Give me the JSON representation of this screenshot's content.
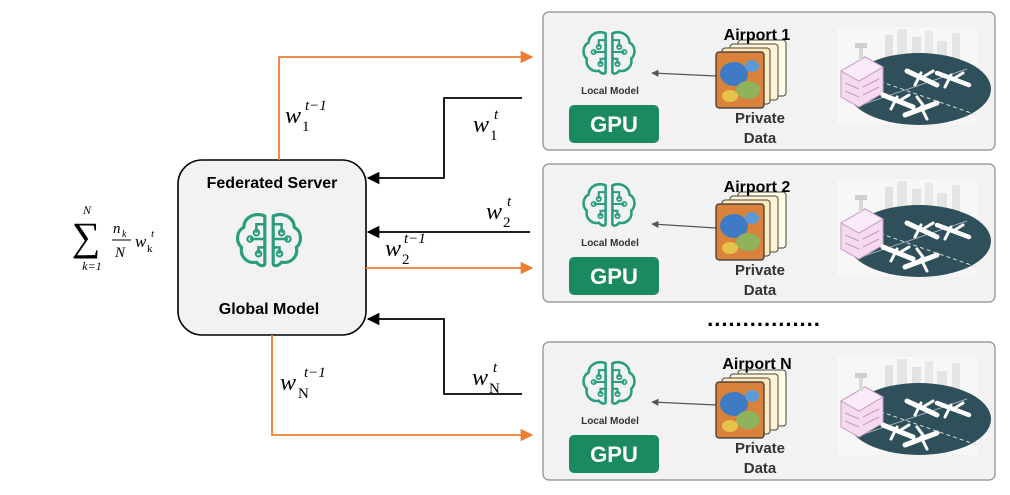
{
  "server": {
    "title": "Federated Server",
    "subtitle": "Global Model",
    "icon": "brain-circuit-icon"
  },
  "aggregation": {
    "sum_upper": "N",
    "sum_lower": "k=1",
    "frac_num": "n",
    "frac_num_sub": "k",
    "frac_den": "N",
    "weight": "w",
    "weight_sub": "k",
    "weight_sup": "t"
  },
  "signals": {
    "down_1": {
      "var": "w",
      "sub": "1",
      "sup": "t−1"
    },
    "up_1": {
      "var": "w",
      "sub": "1",
      "sup": "t"
    },
    "up_2": {
      "var": "w",
      "sub": "2",
      "sup": "t"
    },
    "down_2": {
      "var": "w",
      "sub": "2",
      "sup": "t−1"
    },
    "down_N": {
      "var": "w",
      "sub": "N",
      "sup": "t−1"
    },
    "up_N": {
      "var": "w",
      "sub": "N",
      "sup": "t"
    }
  },
  "clients": [
    {
      "title": "Airport 1",
      "local_model": "Local Model",
      "gpu": "GPU",
      "data_line1": "Private",
      "data_line2": "Data"
    },
    {
      "title": "Airport 2",
      "local_model": "Local Model",
      "gpu": "GPU",
      "data_line1": "Private",
      "data_line2": "Data"
    },
    {
      "title": "Airport N",
      "local_model": "Local Model",
      "gpu": "GPU",
      "data_line1": "Private",
      "data_line2": "Data"
    }
  ],
  "ellipsis": "................",
  "colors": {
    "orange": "#ed7d31",
    "black": "#000000",
    "gpu_green": "#1b8a5f",
    "brain_teal": "#2a9d7f",
    "panel_border": "#8a8a8a",
    "panel_fill": "#f2f2f2",
    "server_fill": "#f2f2f2"
  }
}
